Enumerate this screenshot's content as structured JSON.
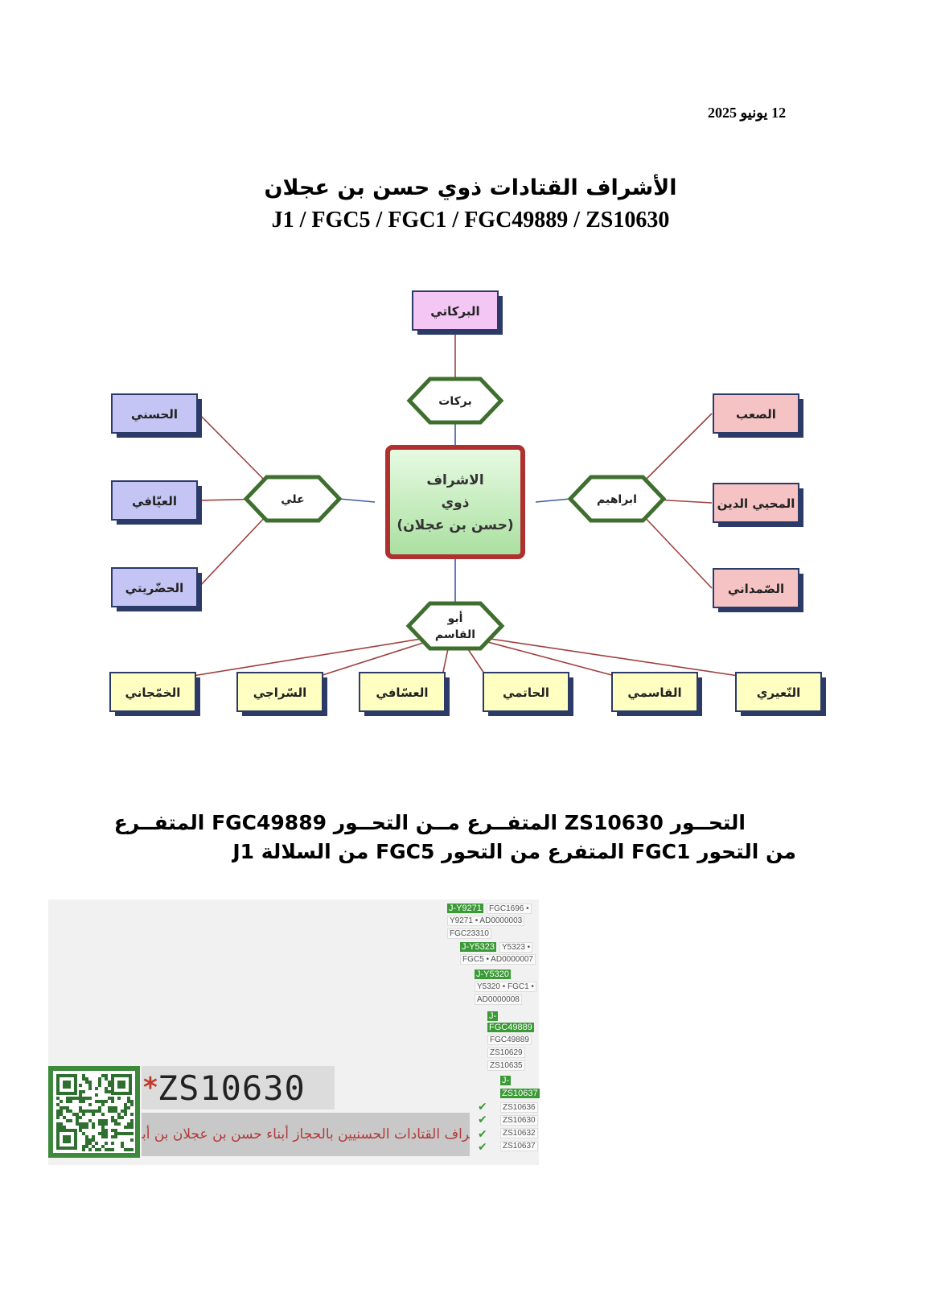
{
  "header": {
    "date": "12 يونيو 2025",
    "title_ar": "الأشراف القتادات ذوي حسن بن عجلان",
    "title_haplo": "J1 / FGC5 / FGC1 / FGC49889 / ZS10630"
  },
  "diagram": {
    "center": {
      "line1": "الاشراف",
      "line2": "ذوي",
      "line3": "(حسن بن عجلان)"
    },
    "hubs": {
      "top": "بركات",
      "left": "علي",
      "right": "ابراهيم",
      "bottom_line1": "أبو",
      "bottom_line2": "القاسم"
    },
    "top_leaf": "البركاتي",
    "left_leaves": [
      "الحسني",
      "العيّافي",
      "الحضّريتي"
    ],
    "right_leaves": [
      "الصعب",
      "المحيي الدين",
      "الصّمداني"
    ],
    "bottom_leaves": [
      "الخمّجاني",
      "السّراجي",
      "العسّافي",
      "الحاتمي",
      "القاسمي",
      "النّعيري"
    ],
    "colors": {
      "purple": "#f3c6f3",
      "blue": "#c5c5f5",
      "red": "#f5c3c3",
      "yellow": "#ffffc2",
      "green_center": "#c8efc3",
      "center_border": "#b03030",
      "hub_border": "#3f6f2e",
      "line_red": "#a04040",
      "line_blue": "#3a5c9a"
    }
  },
  "paragraph": {
    "line1": "التحــور ZS10630 المتفــرع مــن التحــور FGC49889 المتفــرع",
    "line2": "من التحور FGC1 المتفرع من التحور FGC5 من السلالة J1"
  },
  "screenshot": {
    "banner_code": "ZS10630",
    "banner_ar": "تحورات الأشراف القتادات الحسنيين بالحجاز أبناء حسن بن عجلان بن أبي نمي الأول",
    "tree": [
      {
        "tag": "J-Y9271",
        "text": "FGC1696 •"
      },
      {
        "text": "Y9271 • AD0000003"
      },
      {
        "text": "FGC23310"
      },
      {
        "tag": "J-Y5323",
        "text": "Y5323 •"
      },
      {
        "text": "FGC5 • AD0000007"
      },
      {
        "tag": "J-Y5320"
      },
      {
        "text": "Y5320 • FGC1 •"
      },
      {
        "text": "AD0000008"
      },
      {
        "tag": "J-"
      },
      {
        "tag": "FGC49889"
      },
      {
        "text": "FGC49889"
      },
      {
        "text": "ZS10629"
      },
      {
        "text": "ZS10635"
      },
      {
        "tag": "J-"
      },
      {
        "tag": "ZS10637"
      },
      {
        "text": "ZS10636"
      },
      {
        "text": "ZS10630"
      },
      {
        "text": "ZS10632"
      },
      {
        "text": "ZS10637"
      }
    ],
    "check_mark": "✔"
  }
}
